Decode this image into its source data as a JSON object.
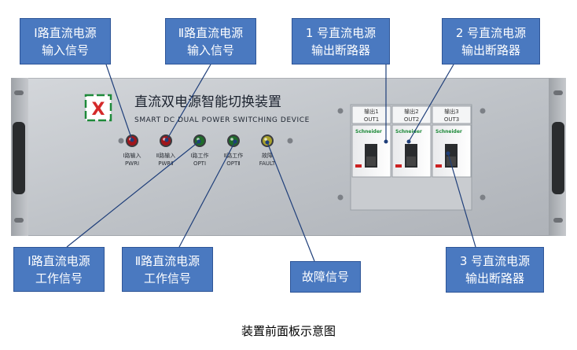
{
  "callouts": {
    "input1": [
      "Ⅰ路直流电源",
      "输入信号"
    ],
    "input2": [
      "Ⅱ路直流电源",
      "输入信号"
    ],
    "out1": [
      "1 号直流电源",
      "输出断路器"
    ],
    "out2": [
      "2 号直流电源",
      "输出断路器"
    ],
    "work1": [
      "Ⅰ路直流电源",
      "工作信号"
    ],
    "work2": [
      "Ⅱ路直流电源",
      "工作信号"
    ],
    "fault": [
      "故障信号"
    ],
    "out3": [
      "3 号直流电源",
      "输出断路器"
    ]
  },
  "device": {
    "logo": "X",
    "title_cn": "直流双电源智能切换装置",
    "title_en": "SMART DC DUAL POWER SWITCHING DEVICE"
  },
  "indicators": [
    {
      "label1": "Ⅰ路输入",
      "label2": "PWRⅠ",
      "color": "#a0161b"
    },
    {
      "label1": "Ⅱ路输入",
      "label2": "PWRⅡ",
      "color": "#a0161b"
    },
    {
      "label1": "Ⅰ路工作",
      "label2": "OPTⅠ",
      "color": "#1f6b2a"
    },
    {
      "label1": "Ⅱ路工作",
      "label2": "OPTⅡ",
      "color": "#1f6b2a"
    },
    {
      "label1": "故障",
      "label2": "FAULT",
      "color": "#a8a02a"
    }
  ],
  "breakers": [
    {
      "label1": "输出1",
      "label2": "OUT1",
      "brand": "Schneider"
    },
    {
      "label1": "输出2",
      "label2": "OUT2",
      "brand": "Schneider"
    },
    {
      "label1": "输出3",
      "label2": "OUT3",
      "brand": "Schneider"
    }
  ],
  "caption": "装置前面板示意图"
}
